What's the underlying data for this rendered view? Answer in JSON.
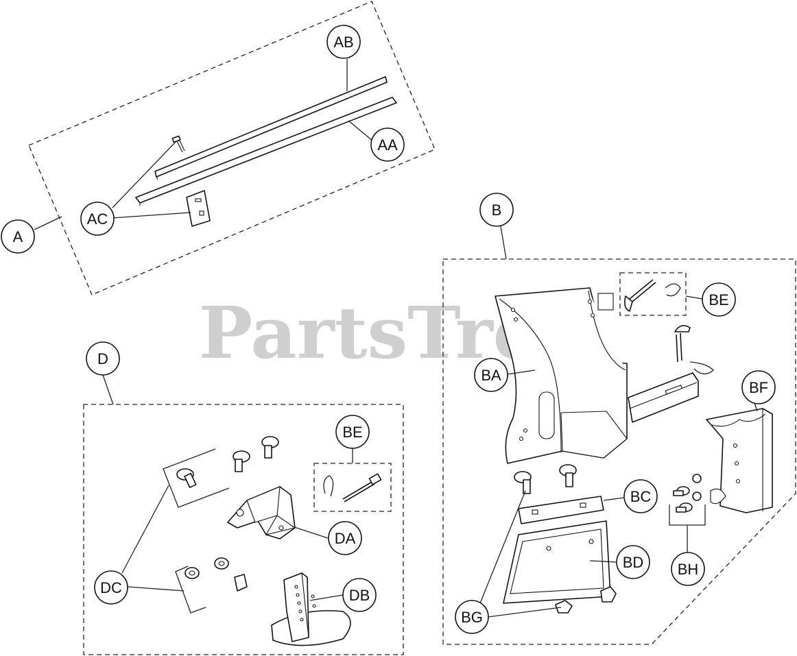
{
  "watermark": "PartsTree",
  "callouts": {
    "A": "A",
    "AA": "AA",
    "AB": "AB",
    "AC": "AC",
    "B": "B",
    "BA": "BA",
    "BC": "BC",
    "BD": "BD",
    "BE_b": "BE",
    "BF": "BF",
    "BG": "BG",
    "BH": "BH",
    "D": "D",
    "DA": "DA",
    "DB": "DB",
    "DC": "DC",
    "BE_d": "BE"
  },
  "icons": [
    "bolt-icon",
    "nut-icon",
    "hair-pin-icon",
    "clevis-pin-icon"
  ]
}
